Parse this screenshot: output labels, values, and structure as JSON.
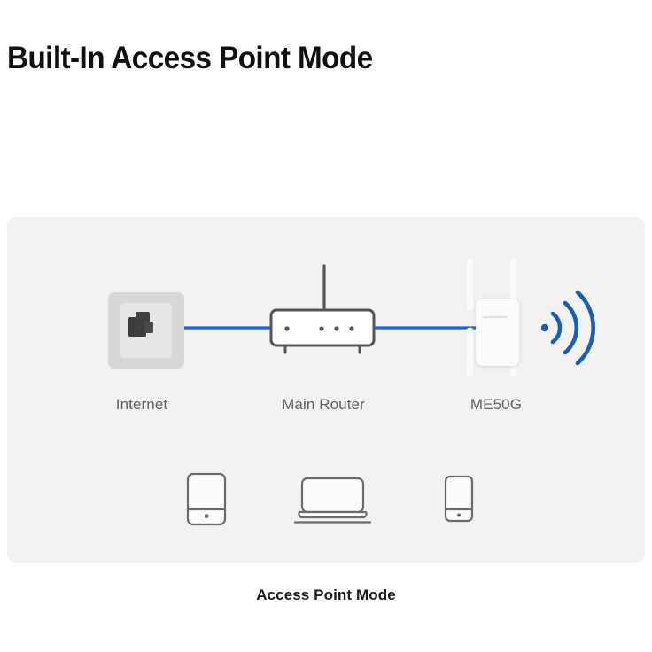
{
  "page": {
    "title": "Built-In Access Point Mode",
    "background_color": "#ffffff"
  },
  "card": {
    "background_color": "#f2f2f2",
    "caption": "Access Point Mode"
  },
  "topology": {
    "nodes": [
      {
        "id": "internet",
        "label": "Internet",
        "icon": "wall-socket-icon"
      },
      {
        "id": "main-router",
        "label": "Main Router",
        "icon": "router-icon"
      },
      {
        "id": "me50g",
        "label": "ME50G",
        "icon": "range-extender-icon"
      }
    ],
    "links": [
      {
        "from": "internet",
        "to": "main-router",
        "type": "ethernet-cable",
        "color": "#1668dc"
      },
      {
        "from": "main-router",
        "to": "me50g",
        "type": "ethernet-cable",
        "color": "#1668dc"
      }
    ],
    "wireless": {
      "source": "me50g",
      "icon": "wifi-signal-icon",
      "color": "#1a5fb4",
      "arcs": 3
    },
    "clients": [
      {
        "id": "tablet",
        "icon": "tablet-icon"
      },
      {
        "id": "laptop",
        "icon": "laptop-icon"
      },
      {
        "id": "smartphone",
        "icon": "smartphone-icon"
      }
    ]
  },
  "colors": {
    "title_text": "#0f0f0f",
    "label_text": "#5f6368",
    "cable_blue": "#1668dc",
    "wifi_blue": "#1a5fb4",
    "device_outline": "#555555",
    "card_bg": "#f2f2f2",
    "socket_plate": "#d6d6d6",
    "socket_inner": "#e4e4e4",
    "socket_plug": "#3c3c3c",
    "extender_body": "#fbfbfb"
  }
}
